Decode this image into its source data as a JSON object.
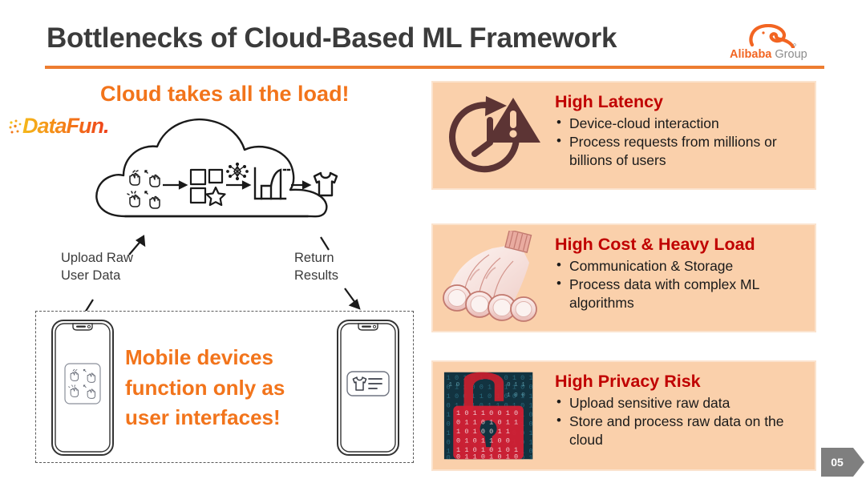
{
  "header": {
    "title": "Bottlenecks of Cloud-Based ML Framework",
    "logo": {
      "brand": "Alibaba",
      "suffix": " Group",
      "mark_icon": "alibaba-mark-icon"
    },
    "rule_color": "#ED7D31",
    "title_color": "#3B3B3B"
  },
  "watermark": {
    "text": "DataFun.",
    "dots_icon": "dots-icon"
  },
  "left": {
    "headline": "Cloud takes all the load!",
    "headline_color": "#F2741B",
    "cloud": {
      "icon": "cloud-shape-icon",
      "pipeline": [
        {
          "icon": "tap-gestures-icon",
          "label": "user interactions"
        },
        {
          "icon": "data-blocks-star-icon",
          "label": "raw data"
        },
        {
          "icon": "neural-network-icon",
          "label": "model"
        },
        {
          "icon": "bar-chart-icon",
          "label": "prediction"
        },
        {
          "icon": "tshirt-icon",
          "label": "recommendation"
        }
      ]
    },
    "flow": {
      "upload_label": "Upload Raw\nUser Data",
      "upload_line1": "Upload Raw",
      "upload_line2": "User Data",
      "return_label": "Return\nResults",
      "return_line1": "Return",
      "return_line2": "Results",
      "upload_arrow_icon": "arrow-up-right-icon",
      "return_arrow_icon": "arrow-down-right-icon"
    },
    "devices": {
      "caption": "Mobile devices function only as user interfaces!",
      "caption_color": "#F2741B",
      "left_phone": {
        "icon": "phone-icon",
        "screen_icon": "tap-gestures-icon"
      },
      "right_phone": {
        "icon": "phone-icon",
        "screen_icon": "product-card-tshirt-icon"
      }
    }
  },
  "cards": [
    {
      "id": "high-latency",
      "title": "High Latency",
      "icon": "clock-warning-icon",
      "icon_color": "#5C3434",
      "bullets": [
        "Device-cloud interaction",
        "Process requests from millions or billions of users"
      ]
    },
    {
      "id": "high-cost-heavy-load",
      "title": "High Cost & Heavy Load",
      "icon": "pipes-bundle-icon",
      "icon_color": "#E5A79C",
      "bullets": [
        "Communication & Storage",
        "Process data with complex ML algorithms"
      ]
    },
    {
      "id": "high-privacy-risk",
      "title": "High Privacy Risk",
      "icon": "binary-padlock-icon",
      "icon_color": "#D61F2B",
      "bullets": [
        "Upload sensitive raw data",
        "Store and process raw data on the cloud"
      ]
    }
  ],
  "card_style": {
    "background": "#FAD0AB",
    "border": "#FBE3CE",
    "title_color": "#C00000"
  },
  "footer": {
    "page_number": "05",
    "badge_color": "#7F7F7F"
  }
}
